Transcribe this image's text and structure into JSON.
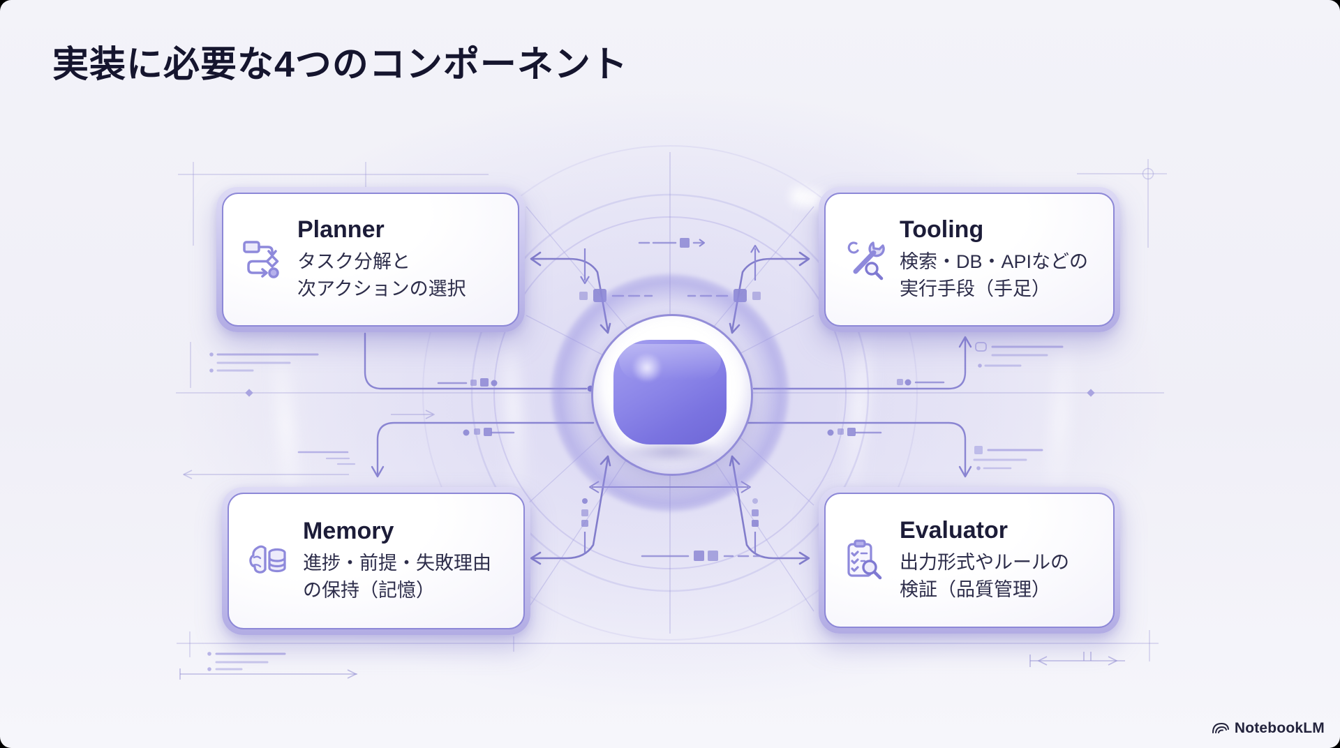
{
  "page": {
    "title": "実装に必要な4つのコンポーネント"
  },
  "cards": {
    "planner": {
      "title": "Planner",
      "desc_line1": "タスク分解と",
      "desc_line2": "次アクションの選択",
      "icon": "flowchart-icon"
    },
    "tooling": {
      "title": "Tooling",
      "desc_line1": "検索・DB・APIなどの",
      "desc_line2": "実行手段（手足）",
      "icon": "wrench-magnifier-icon"
    },
    "memory": {
      "title": "Memory",
      "desc_line1": "進捗・前提・失敗理由",
      "desc_line2": "の保持（記憶）",
      "icon": "brain-database-icon"
    },
    "evaluator": {
      "title": "Evaluator",
      "desc_line1": "出力形式やルールの",
      "desc_line2": "検証（品質管理）",
      "icon": "clipboard-magnifier-icon"
    }
  },
  "branding": {
    "logo_text": "NotebookLM",
    "logo_icon": "notebooklm-icon"
  },
  "colors": {
    "background": "#f2f2f8",
    "accent": "#8b86d8",
    "card_border": "#8d88d7",
    "title_text": "#15152e",
    "body_text": "#2d2d4a",
    "connector_line": "#827dcb",
    "blob_top": "#a49ff0",
    "blob_bottom": "#6e67d6"
  }
}
